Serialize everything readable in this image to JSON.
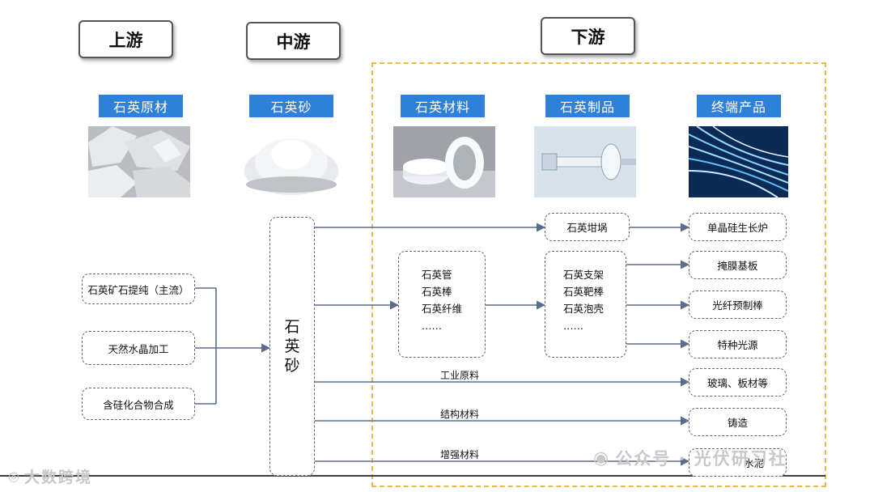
{
  "stages": {
    "upstream": "上游",
    "midstream": "中游",
    "downstream": "下游"
  },
  "categories": [
    "石英原材",
    "石英砂",
    "石英材料",
    "石英制品",
    "终端产品"
  ],
  "sources": [
    "石英矿石提纯（主流）",
    "天然水晶加工",
    "含硅化合物合成"
  ],
  "center": {
    "chars": [
      "石",
      "英",
      "砂"
    ]
  },
  "materials": [
    "石英管",
    "石英棒",
    "石英纤维",
    "……"
  ],
  "crucible": "石英坩埚",
  "products": [
    "石英支架",
    "石英靶棒",
    "石英泡壳",
    "……"
  ],
  "terminals": [
    "单晶硅生长炉",
    "掩膜基板",
    "光纤预制棒",
    "特种光源",
    "玻璃、板材等",
    "铸造",
    "水泥"
  ],
  "line_labels": [
    "工业原料",
    "结构材料",
    "增强材料"
  ],
  "watermark": {
    "left": "大数跨境",
    "right": "公众号 · 光伏研习社"
  },
  "colors": {
    "category_blue": "#2f80d9",
    "frame_orange": "#e8b84a",
    "arrow": "#5a6b8c"
  }
}
